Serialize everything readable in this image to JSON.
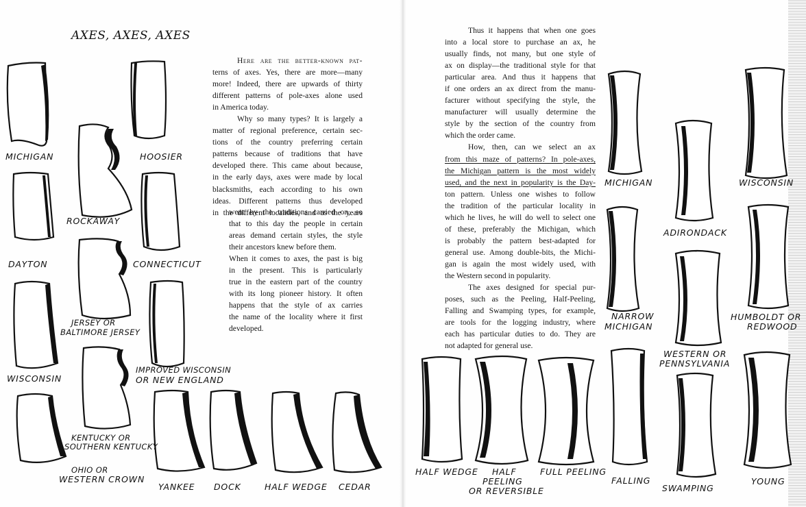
{
  "left_page": {
    "title": "AXES, AXES, AXES",
    "intro_smallcaps": "Here are the better-known pat-",
    "lines": [
      "terns of axes. Yes, there are more—many",
      "more! Indeed, there are upwards of thirty",
      "different patterns of pole-axes alone used",
      "in America today.",
      "Why so many types? It is largely a",
      "matter of regional preference, certain sec-",
      "tions of the country preferring certain",
      "patterns because of traditions that have",
      "developed there. This came about because,",
      "in the early days, axes were made by local",
      "blacksmiths, each according to his own",
      "ideas. Different patterns thus developed",
      "in the different localities, and as the years",
      "went by the traditions carried on, so",
      "that to this day the people in certain",
      "areas demand certain styles, the style",
      "their ancestors knew before them.",
      "When it comes to axes, the past is big",
      "in the present. This is particularly",
      "true in the eastern part of the country",
      "with its long pioneer history. It often",
      "happens that the style of ax carries",
      "the name of the locality where it first",
      "developed."
    ],
    "labels": {
      "michigan": "MICHIGAN",
      "hoosier": "HOOSIER",
      "rockaway": "ROCKAWAY",
      "dayton": "DAYTON",
      "connecticut": "CONNECTICUT",
      "jersey": "JERSEY OR",
      "baltimore_jersey": "BALTIMORE JERSEY",
      "wisconsin": "WISCONSIN",
      "improved_wisconsin": "IMPROVED WISCONSIN",
      "new_england": "OR NEW ENGLAND",
      "kentucky": "KENTUCKY OR",
      "southern_kentucky": "SOUTHERN KENTUCKY",
      "ohio": "OHIO OR",
      "western_crown": "WESTERN CROWN",
      "yankee": "YANKEE",
      "dock": "DOCK",
      "half_wedge": "HALF WEDGE",
      "cedar": "CEDAR"
    }
  },
  "right_page": {
    "lines": [
      "Thus it happens that when one goes",
      "into a local store to purchase an ax, he",
      "usually finds, not many, but one style of",
      "ax on display—the traditional style for that",
      "particular area. And thus it happens that",
      "if one orders an ax direct from the manu-",
      "facturer without specifying the style, the",
      "manufacturer will usually determine the",
      "style by the section of the country from",
      "which the order came.",
      "How, then, can we select an ax",
      "from this maze of patterns? In pole-axes,",
      "the Michigan pattern is the most widely",
      "used, and the next in popularity is the Day-",
      "ton pattern. Unless one wishes to follow",
      "the tradition of the particular locality in",
      "which he lives, he will do well to select one",
      "of these, preferably the Michigan, which",
      "is probably the pattern best-adapted for",
      "general use. Among double-bits, the Michi-",
      "gan is again the most widely used, with",
      "the Western second in popularity.",
      "The axes designed for special pur-",
      "poses, such as the Peeling, Half-Peeling,",
      "Falling and Swamping types, for example,",
      "are tools for the logging industry, where",
      "each has particular duties to do. They are",
      "not adapted for general use."
    ],
    "labels": {
      "michigan": "MICHIGAN",
      "wisconsin": "WISCONSIN",
      "adirondack": "ADIRONDACK",
      "narrow": "NARROW",
      "narrow_michigan": "MICHIGAN",
      "humboldt": "HUMBOLDT OR",
      "redwood": "REDWOOD",
      "western": "WESTERN OR",
      "pennsylvania": "PENNSYLVANIA",
      "half_wedge": "HALF WEDGE",
      "half": "HALF",
      "peeling": "PEELING",
      "or_reversible": "OR REVERSIBLE",
      "full_peeling": "FULL PEELING",
      "falling": "FALLING",
      "swamping": "SWAMPING",
      "young": "YOUNG"
    }
  }
}
